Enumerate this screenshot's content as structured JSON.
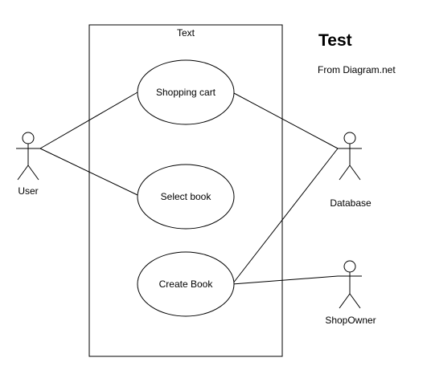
{
  "diagram": {
    "title": "Test",
    "subtitle": "From Diagram.net",
    "system_boundary": {
      "label": "Text"
    },
    "use_cases": {
      "shopping_cart": "Shopping cart",
      "select_book": "Select book",
      "create_book": "Create Book"
    },
    "actors": {
      "user": "User",
      "database": "Database",
      "shop_owner": "ShopOwner"
    },
    "stroke_color": "#000000",
    "background_color": "#ffffff"
  }
}
